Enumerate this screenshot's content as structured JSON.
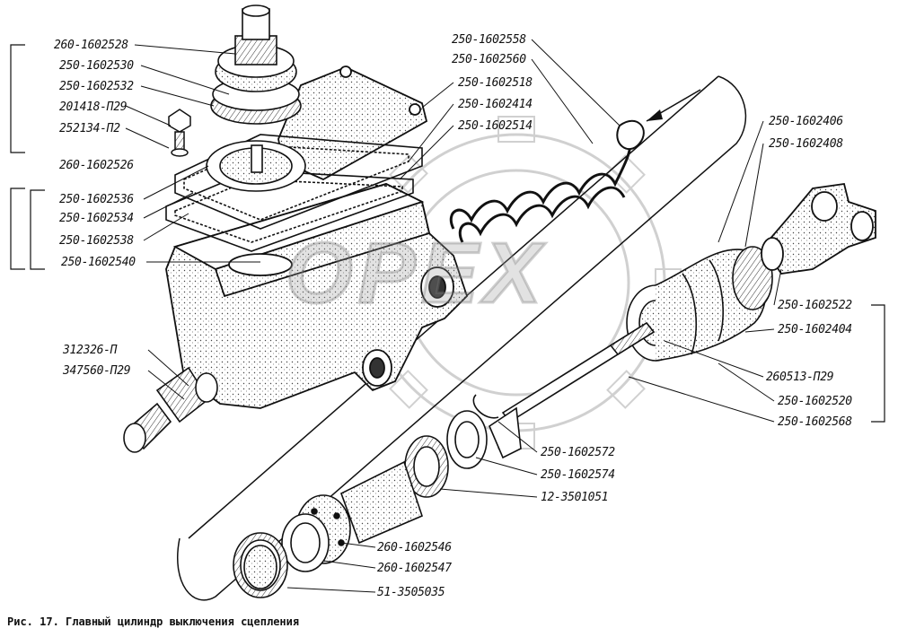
{
  "watermark": "OPEX",
  "caption": "Рис. 17. Главный цилиндр выключения сцепления",
  "labels": {
    "l1": "260-1602528",
    "l2": "250-1602530",
    "l3": "250-1602532",
    "l4": "201418-П29",
    "l5": "252134-П2",
    "l6": "260-1602526",
    "l7": "250-1602536",
    "l8": "250-1602534",
    "l9": "250-1602538",
    "l10": "250-1602540",
    "l11": "312326-П",
    "l12": "347560-П29",
    "l13": "250-1602558",
    "l14": "250-1602560",
    "l15": "250-1602518",
    "l16": "250-1602414",
    "l17": "250-1602514",
    "l18": "250-1602406",
    "l19": "250-1602408",
    "l20": "250-1602522",
    "l21": "250-1602404",
    "l22": "260513-П29",
    "l23": "250-1602520",
    "l24": "250-1602568",
    "l25": "250-1602572",
    "l26": "250-1602574",
    "l27": "12-3501051",
    "l28": "260-1602546",
    "l29": "260-1602547",
    "l30": "51-3505035"
  },
  "colors": {
    "ink": "#111111",
    "watermark": "#969696"
  }
}
